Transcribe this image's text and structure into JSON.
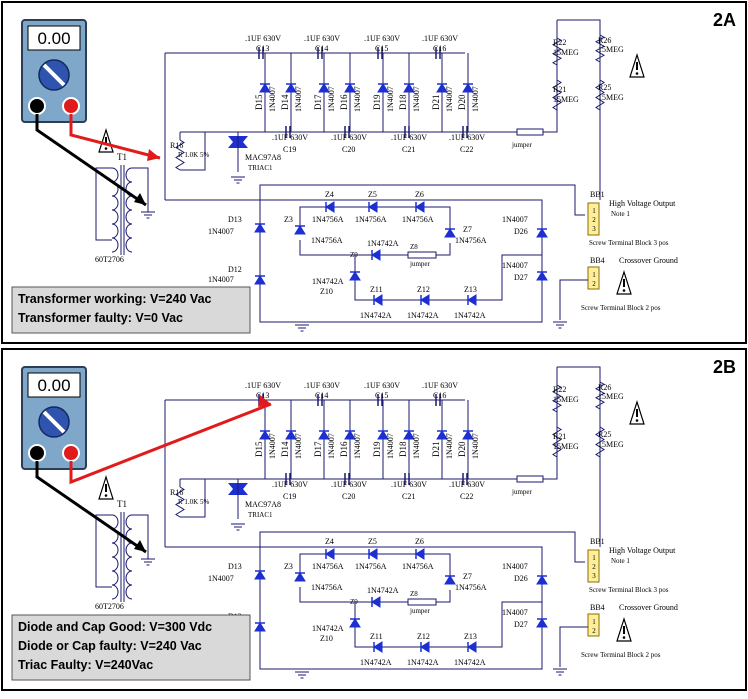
{
  "panels": [
    {
      "id": "2A",
      "label": "2A",
      "meter_reading": "0.00",
      "notes": [
        "Transformer working: V=240 Vac",
        "Transformer faulty: V=0 Vac"
      ]
    },
    {
      "id": "2B",
      "label": "2B",
      "meter_reading": "0.00",
      "notes": [
        "Diode and Cap Good: V=300 Vdc",
        "Diode or Cap faulty: V=240 Vac",
        "Triac Faulty: V=240Vac"
      ]
    }
  ],
  "labels": {
    "cap_value": ".1UF 630V",
    "caps_top": [
      "C13",
      "C14",
      "C15",
      "C16"
    ],
    "caps_bottom": [
      "C19",
      "C20",
      "C21",
      "C22"
    ],
    "diodes_top": [
      "D15",
      "D14",
      "D17",
      "D16",
      "D19",
      "D18",
      "D21",
      "D20"
    ],
    "diode_part": "1N4007",
    "r22": "R22",
    "r22_val": "15MEG",
    "r21": "R21",
    "r21_val": "15MEG",
    "r26": "R26",
    "r26_val": "15MEG",
    "r25": "R25",
    "r25_val": "15MEG",
    "jumper": "jumper",
    "r16": "R16",
    "r16_val": "R 1.0K 5%",
    "triac": "MAC97A8",
    "triac_name": "TRIAC1",
    "transformer": "T1",
    "transformer_part": "60T2706",
    "d13": "D13",
    "d12": "D12",
    "d26": "D26",
    "d27": "D27",
    "zener_a": "1N4756A",
    "zener_b": "1N4742A",
    "z_top": [
      "Z4",
      "Z5",
      "Z6"
    ],
    "z3": "Z3",
    "z7": "Z7",
    "z8": "Z8",
    "z9": "Z9",
    "z10": "Z10",
    "z_bottom": [
      "Z11",
      "Z12",
      "Z13"
    ],
    "bb1": "BB1",
    "bb1_title": "High Voltage Output",
    "bb1_note": "Note 1",
    "bb1_block": "Screw Terminal Block 3 pos",
    "bb1_pins": [
      "1",
      "2",
      "3"
    ],
    "bb4": "BB4",
    "bb4_title": "Crossover Ground",
    "bb4_block": "Screw Terminal Block 2 pos",
    "bb4_pins": [
      "1",
      "2"
    ]
  },
  "colors": {
    "wire": "#1a1a6e",
    "diode": "#1d2fd0",
    "probe_red": "#e11b1b",
    "probe_black": "#000000",
    "meter_body": "#7fa7c9",
    "meter_knob": "#2f54b0",
    "note_bg": "#d9d9d9"
  }
}
